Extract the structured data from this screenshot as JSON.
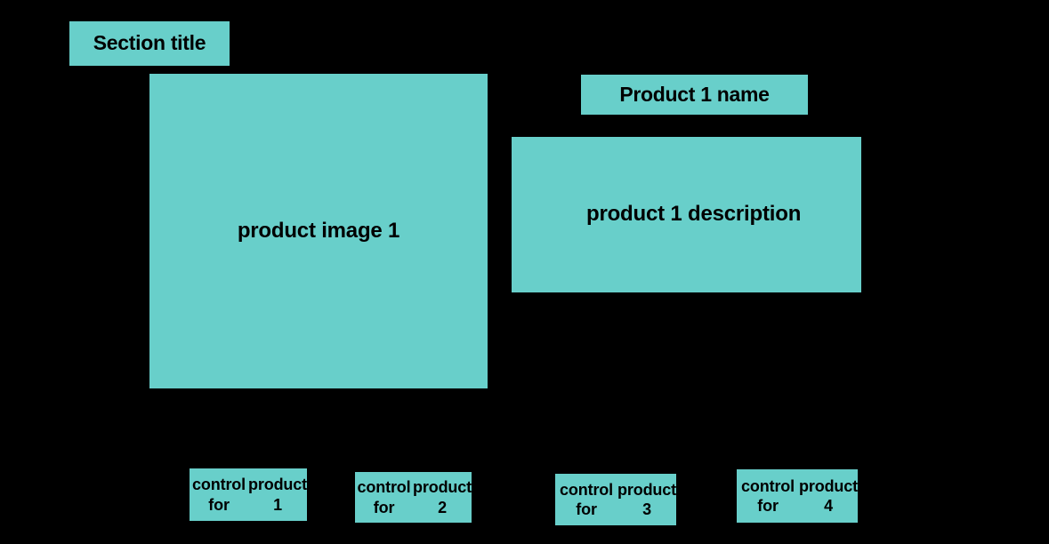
{
  "theme": {
    "background_color": "#000000",
    "placeholder_color": "#68cfca",
    "text_color": "#000000"
  },
  "section": {
    "title": "Section title"
  },
  "product": {
    "image_label": "product image 1",
    "name_label": "Product 1 name",
    "description_label": "product 1 description"
  },
  "controls": {
    "items": [
      {
        "label": "control for\nproduct 1",
        "line1": "control for",
        "line2": "product 1"
      },
      {
        "label": "control for\nproduct 2",
        "line1": "control for",
        "line2": "product 2"
      },
      {
        "label": "control for\nproduct 3",
        "line1": "control for",
        "line2": "product 3"
      },
      {
        "label": "control for\nproduct 4",
        "line1": "control for",
        "line2": "product 4"
      }
    ]
  }
}
